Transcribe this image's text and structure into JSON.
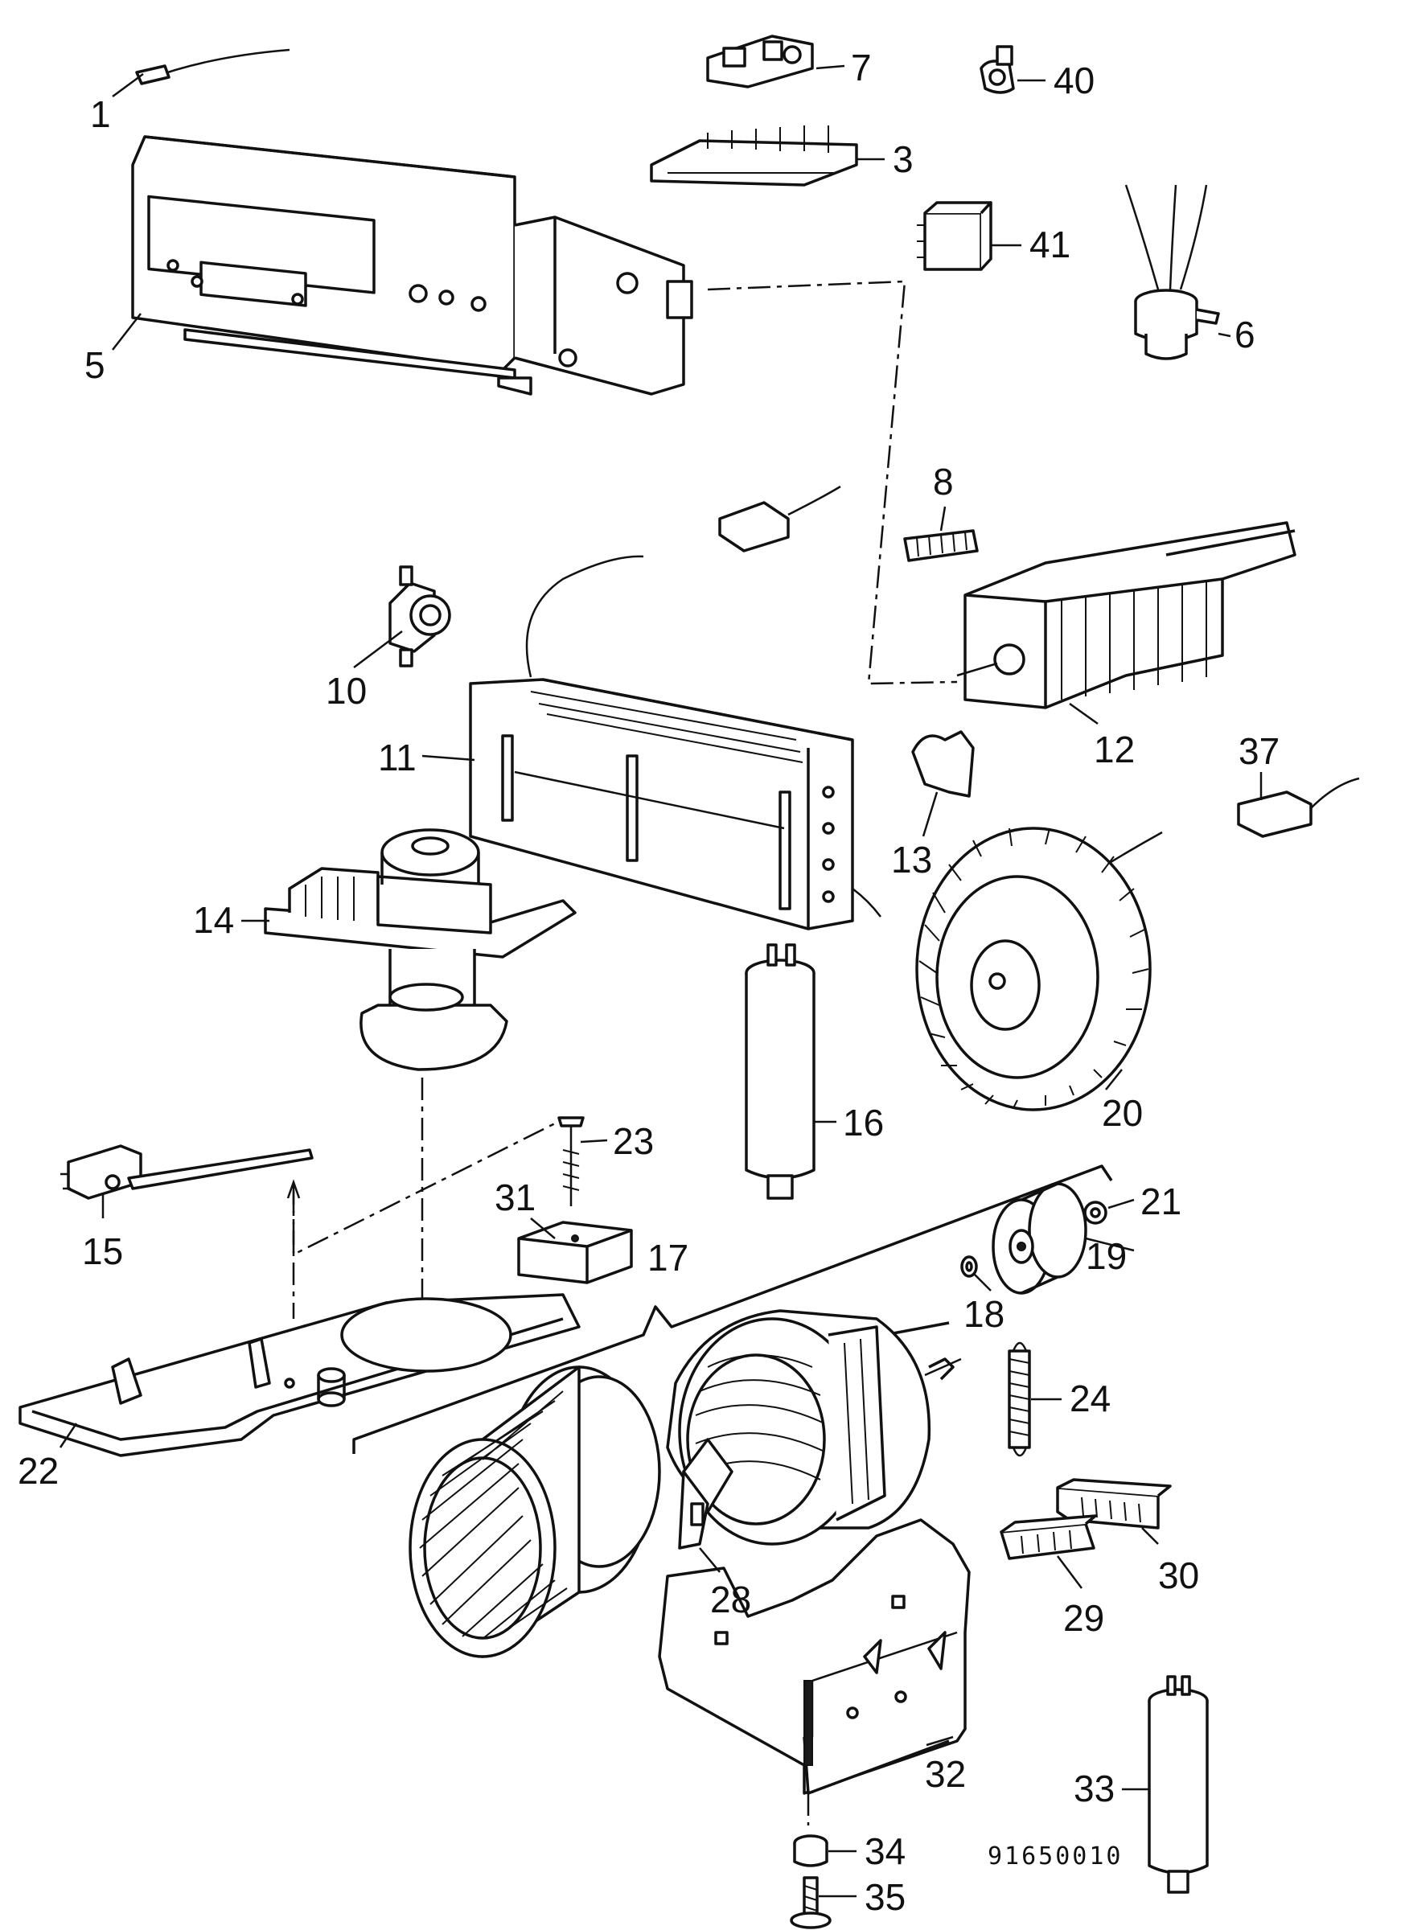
{
  "callouts": [
    "1",
    "3",
    "5",
    "6",
    "7",
    "40",
    "41",
    "8",
    "10",
    "11",
    "12",
    "13",
    "37",
    "14",
    "16",
    "20",
    "15",
    "23",
    "31",
    "17",
    "21",
    "19",
    "18",
    "24",
    "22",
    "28",
    "30",
    "29",
    "32",
    "33",
    "34",
    "35"
  ],
  "drawing_code": "91650010"
}
